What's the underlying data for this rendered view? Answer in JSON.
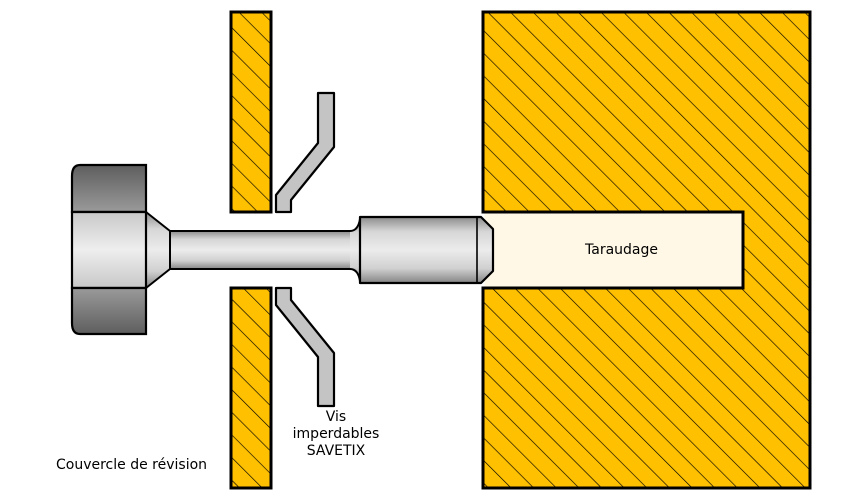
{
  "labels": {
    "cover_plate": "Couvercle de révision",
    "tapped_hole": "Taraudage",
    "captive_screw": [
      "Vis",
      "imperdables",
      "SAVETIX"
    ]
  },
  "colors": {
    "hatch_fill": "#FFC000",
    "hatch_line": "#000000",
    "thread_bore": "#FFF8E6",
    "screw_light": "#E4E4E4",
    "screw_dark": "#7A7A7A",
    "outline": "#000000"
  }
}
